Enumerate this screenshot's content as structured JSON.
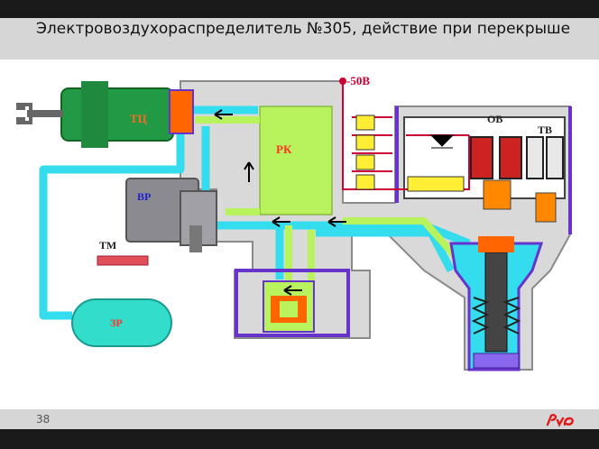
{
  "slide": {
    "title": "Электровоздухораспределитель №305, действие при перекрыше",
    "page_number": "38"
  },
  "labels": {
    "tc": "ТЦ",
    "rk": "РК",
    "vr": "ВР",
    "tm": "ТМ",
    "zr": "ЗР",
    "ov": "ОВ",
    "tv": "ТВ",
    "voltage": "-50В"
  },
  "colors": {
    "body": "#d9d9d9",
    "air_cyan": "#33ddee",
    "air_green": "#b8f25c",
    "outline_purple": "#6633cc",
    "accent_orange": "#ff6600",
    "cylinder_green": "#229944",
    "wire_red": "#cc0033",
    "arrow": "#000000"
  },
  "logo": {
    "name": "rzd-logo-icon",
    "color": "#e21a1a"
  }
}
